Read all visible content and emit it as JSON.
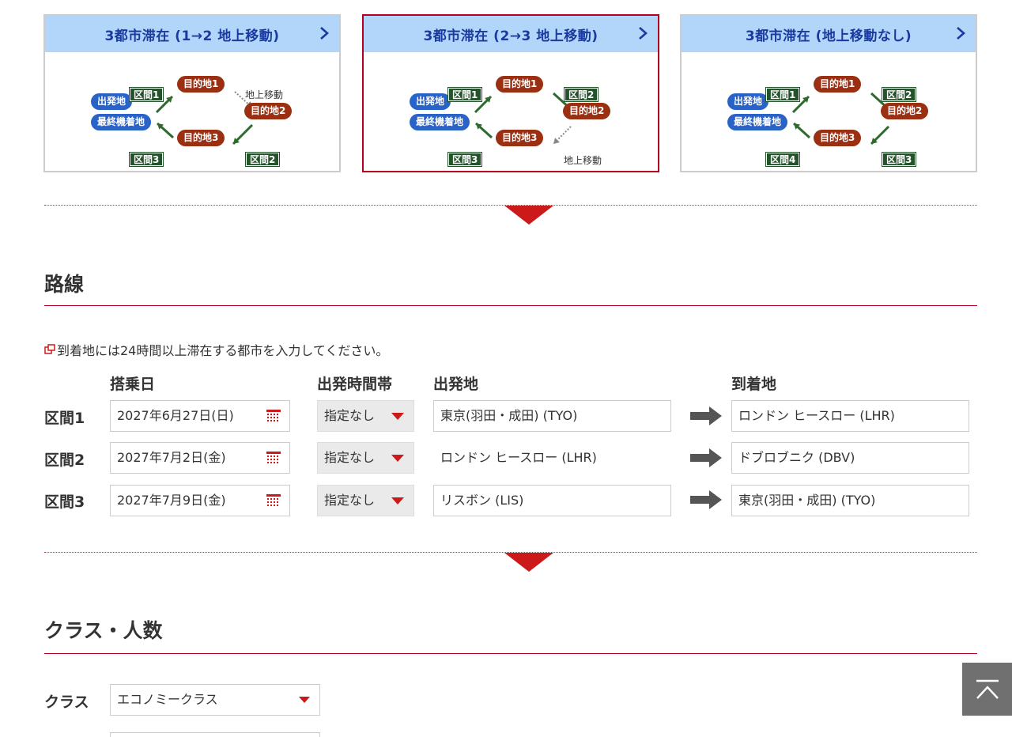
{
  "itinerary_cards": [
    {
      "title": "3都市滞在 (1→2 地上移動)",
      "selected": false,
      "origin": "出発地",
      "final": "最終機着地",
      "dest1": "目的地1",
      "dest2": "目的地2",
      "dest3": "目的地3",
      "segA": "区間1",
      "segB": "区間2",
      "segC": "区間3",
      "ground_note": "地上移動"
    },
    {
      "title": "3都市滞在 (2→3 地上移動)",
      "selected": true,
      "origin": "出発地",
      "final": "最終機着地",
      "dest1": "目的地1",
      "dest2": "目的地2",
      "dest3": "目的地3",
      "segA": "区間1",
      "segB": "区間2",
      "segC": "区間3",
      "ground_note": "地上移動"
    },
    {
      "title": "3都市滞在 (地上移動なし)",
      "selected": false,
      "origin": "出発地",
      "final": "最終機着地",
      "dest1": "目的地1",
      "dest2": "目的地2",
      "dest3": "目的地3",
      "segA": "区間1",
      "segB": "区間2",
      "segC": "区間3",
      "segD": "区間4"
    }
  ],
  "route": {
    "heading": "路線",
    "notice": "到着地には24時間以上滞在する都市を入力してください。",
    "col_date": "搭乗日",
    "col_time": "出発時間帯",
    "col_dep": "出発地",
    "col_arr": "到着地",
    "rows": [
      {
        "label": "区間1",
        "date": "2027年6月27日(日)",
        "time": "指定なし",
        "dep": "東京(羽田・成田) (TYO)",
        "arr": "ロンドン ヒースロー (LHR)"
      },
      {
        "label": "区間2",
        "date": "2027年7月2日(金)",
        "time": "指定なし",
        "dep": "ロンドン ヒースロー (LHR)",
        "arr": "ドブロブニク (DBV)"
      },
      {
        "label": "区間3",
        "date": "2027年7月9日(金)",
        "time": "指定なし",
        "dep": "リスボン (LIS)",
        "arr": "東京(羽田・成田) (TYO)"
      }
    ]
  },
  "class_section": {
    "heading": "クラス・人数",
    "class_label": "クラス",
    "class_value": "エコノミークラス"
  },
  "icons": {
    "calendar": "calendar-icon",
    "dropdown": "triangle-down-icon",
    "arrow": "arrow-right-icon",
    "back_to_top": "back-to-top-icon"
  },
  "colors": {
    "accent_red": "#b2001e",
    "card_head_blue": "#b2d5fa",
    "title_blue": "#1a3aa0",
    "dest_brown": "#9a2f12",
    "origin_blue": "#2a63c8",
    "segment_green": "#24522b"
  }
}
